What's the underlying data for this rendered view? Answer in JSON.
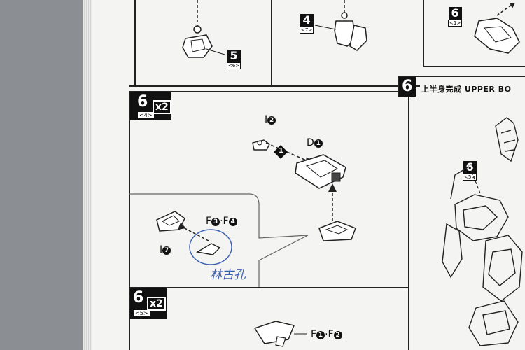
{
  "steps": {
    "top_left": {
      "number": "5",
      "sub": "<6>"
    },
    "top_middle": {
      "number": "4",
      "sub": "<7>"
    },
    "top_right": {
      "number": "6",
      "sub": "<1>"
    },
    "main": {
      "number": "6",
      "sub": "<4>",
      "multiplier": "x2"
    },
    "bottom": {
      "number": "6",
      "sub": "<5>",
      "multiplier": "x2"
    },
    "right_panel": {
      "number": "6",
      "title": "上半身完成 UPPER BO"
    },
    "right_inner": {
      "number": "6",
      "sub": "<5>"
    }
  },
  "parts": {
    "i2": {
      "letter": "I",
      "num": "2"
    },
    "d1": {
      "letter": "D",
      "num": "1"
    },
    "arrow_step": "1",
    "f3": {
      "letter": "F",
      "num": "3"
    },
    "f4": {
      "letter": "F",
      "num": "4"
    },
    "f_sep": "·",
    "i7": {
      "letter": "I",
      "num": "7"
    },
    "f1": {
      "letter": "F",
      "num": "1"
    },
    "f2": {
      "letter": "F",
      "num": "2"
    }
  },
  "handwriting": "林古孔",
  "colors": {
    "ink": "#111111",
    "pen": "#3b5fb3",
    "paper": "#f4f4f2",
    "background": "#8b8e92"
  }
}
